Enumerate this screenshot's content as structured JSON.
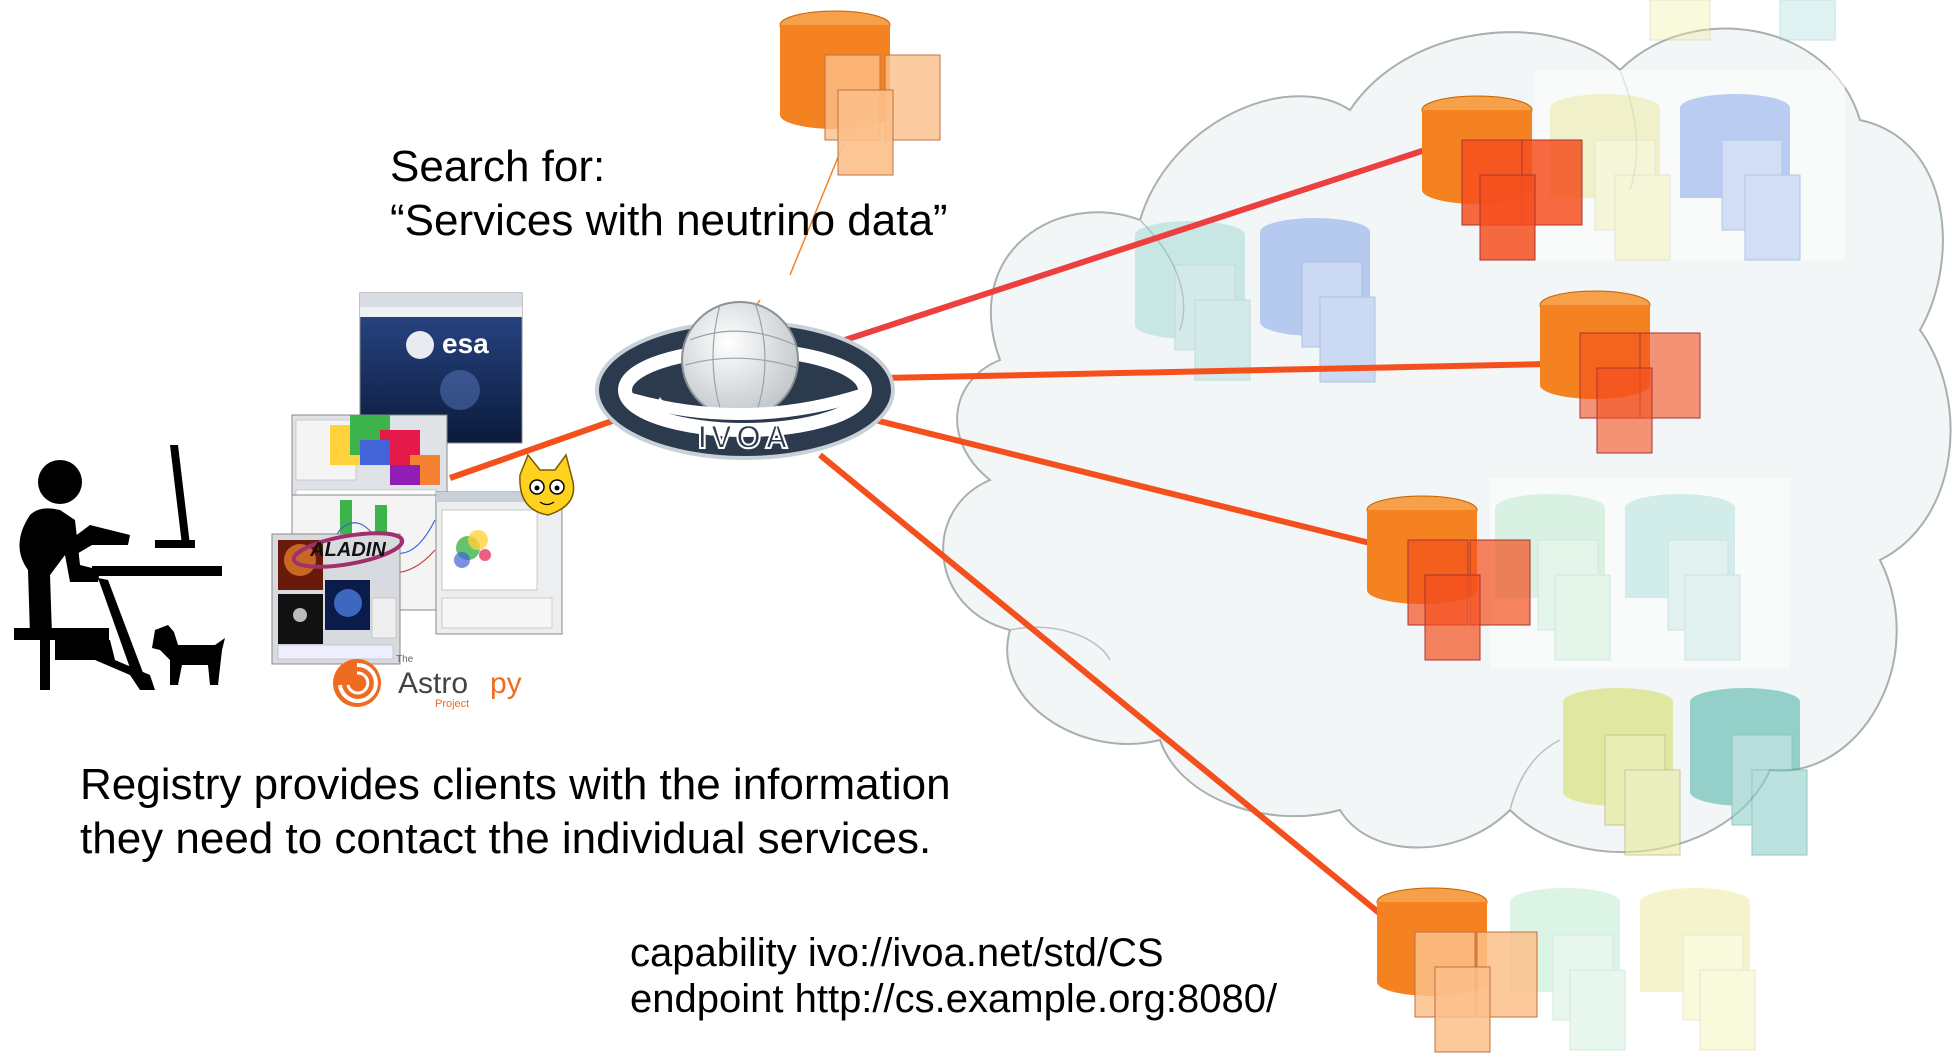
{
  "search": {
    "line1": "Search for:",
    "line2": "“Services with neutrino data”"
  },
  "registry": {
    "line1": "Registry provides clients with the information",
    "line2": "they need to contact the individual services."
  },
  "record": {
    "line1": "capability ivo://ivoa.net/std/CS",
    "line2": "endpoint http://cs.example.org:8080/"
  },
  "logos": {
    "ivoa": "IVOA",
    "esa": "esa",
    "aladin": "ALADIN",
    "astropy_the": "The",
    "astropy_main": "Astro",
    "astropy_py": "py",
    "astropy_project": "Project"
  },
  "colors": {
    "connection_line": "#f4501e",
    "db_primary": "#f58220",
    "cloud_fill": "#f2f6f6",
    "cloud_stroke": "#a8b0b0"
  },
  "icons": [
    "user-at-computer-icon",
    "dog-icon",
    "ivoa-logo",
    "esa-sky-screenshot",
    "aladin-screenshot",
    "topcat-screenshot",
    "astropy-logo",
    "database-icon"
  ]
}
